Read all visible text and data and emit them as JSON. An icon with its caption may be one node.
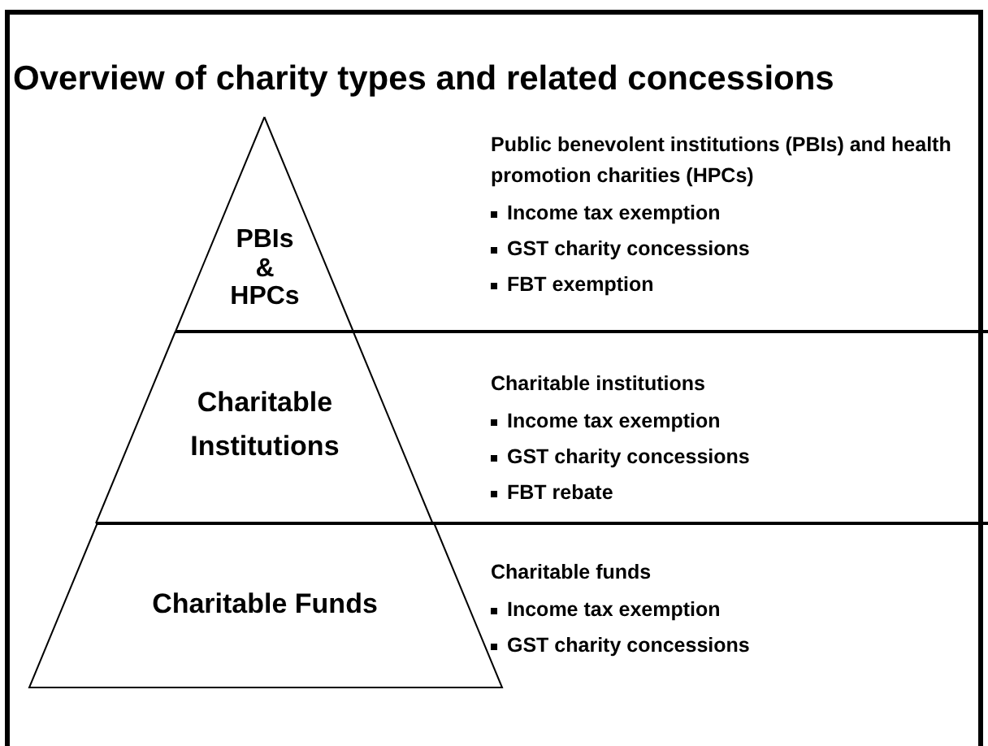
{
  "diagram": {
    "title": "Overview of charity types and related concessions",
    "nodes": [
      {
        "text": [
          "PBIs & HPCs"
        ],
        "beside": [
          "Public benevolent institutions (PBIs) and health promotion charities (HPCs)",
          "Income tax exemption",
          "GST charity concessions",
          "FBT exemption"
        ]
      },
      {
        "text": [
          "Charitable Institutions"
        ],
        "beside": [
          "Charitable institutions",
          "Income tax exemption",
          "GST charity concessions",
          "FBT rebate"
        ]
      },
      {
        "text": [
          "Charitable Funds"
        ],
        "beside": [
          "Charitable funds",
          "Income tax exemption",
          "GST charity concessions"
        ]
      }
    ]
  }
}
